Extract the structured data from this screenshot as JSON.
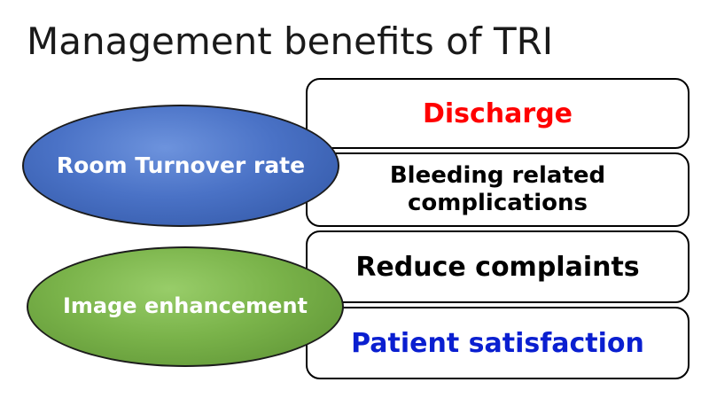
{
  "title": "Management benefits of TRI",
  "ellipses": [
    {
      "lines": [
        "Room",
        "Turnover",
        "rate"
      ],
      "color": "#4a72c6"
    },
    {
      "lines": [
        "Image",
        "enhancement"
      ],
      "color": "#7ab34a"
    }
  ],
  "boxes": [
    {
      "lines": [
        "Discharge"
      ],
      "text_color": "#ff0000"
    },
    {
      "lines": [
        "Bleeding related",
        "complications"
      ],
      "text_color": "#000000"
    },
    {
      "lines": [
        "Reduce complaints"
      ],
      "text_color": "#000000"
    },
    {
      "lines": [
        "Patient satisfaction"
      ],
      "text_color": "#0a1fd0"
    }
  ]
}
